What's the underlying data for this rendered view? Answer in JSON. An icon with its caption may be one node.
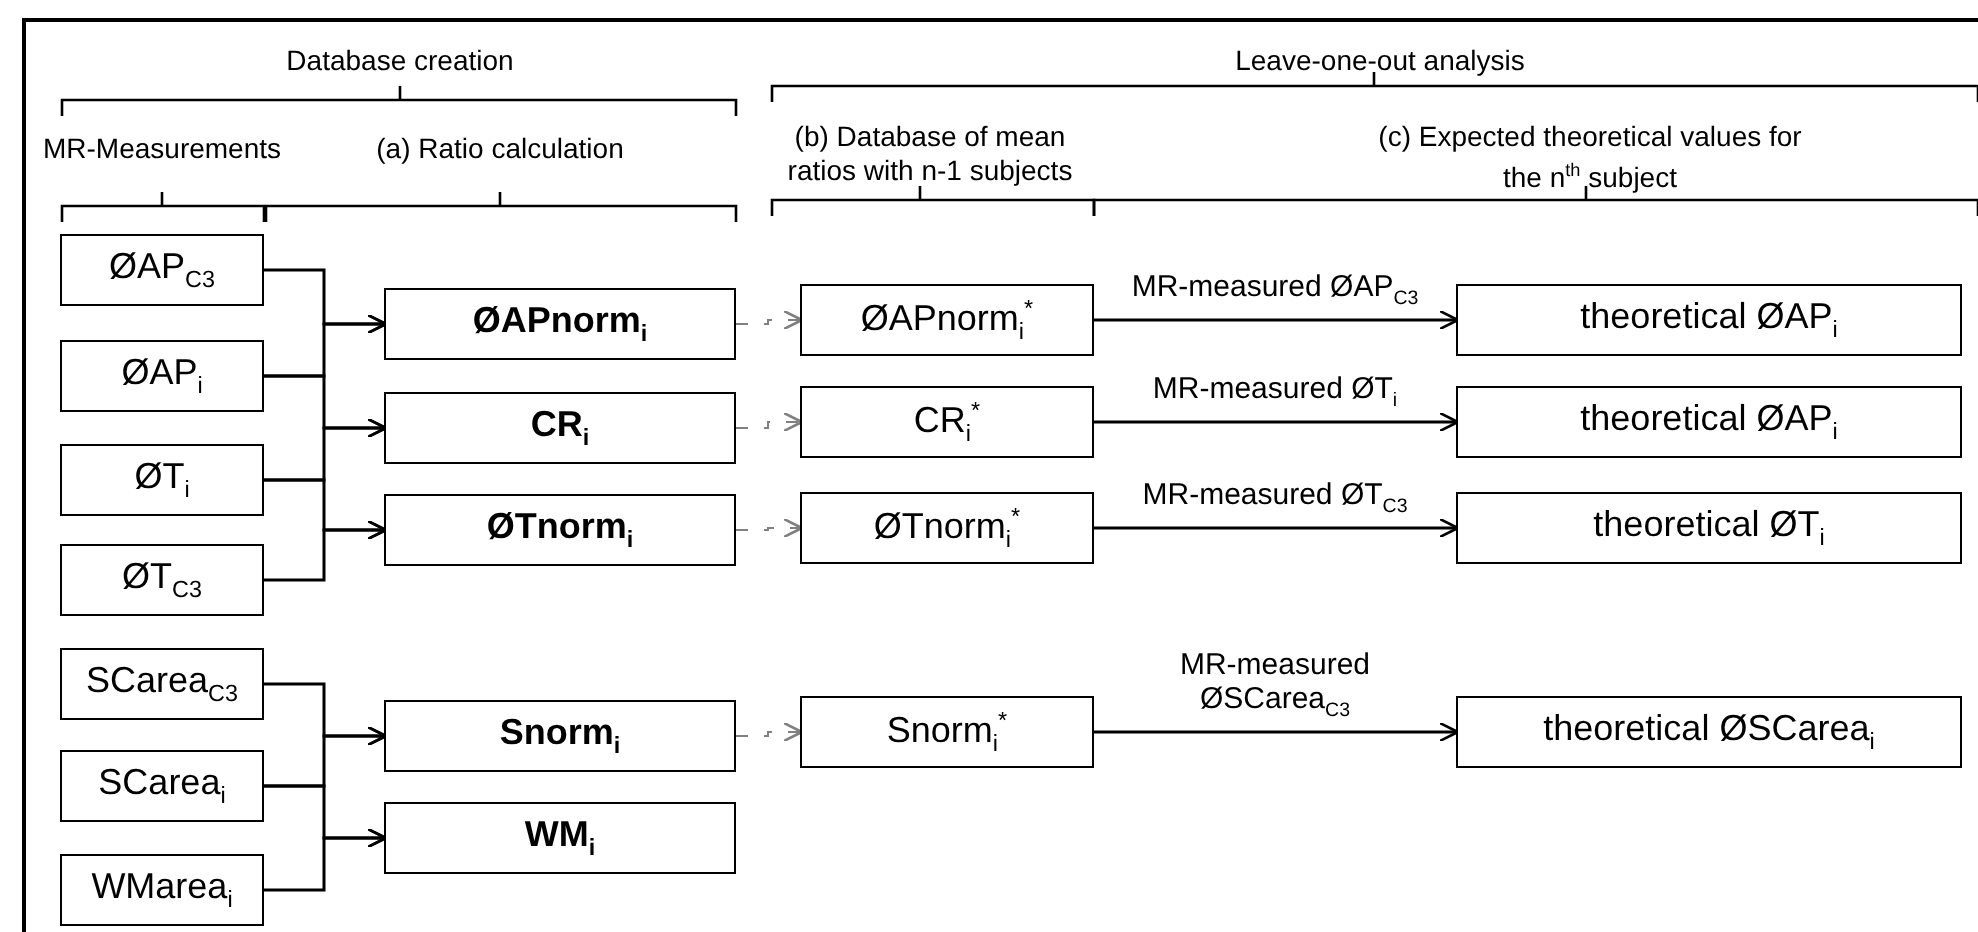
{
  "diagram": {
    "nodes": [
      {
        "text": [
          "ØAP$_{C3}$"
        ]
      },
      {
        "text": [
          "ØAP$_{i}$"
        ]
      },
      {
        "text": [
          "ØT$_{i}$"
        ]
      },
      {
        "text": [
          "ØT$_{C3}$"
        ]
      },
      {
        "text": [
          "SCarea$_{C3}$"
        ]
      },
      {
        "text": [
          "SCarea$_{i}$"
        ]
      },
      {
        "text": [
          "WMarea$_{i}$"
        ]
      },
      {
        "text": [
          "ØAPnorm$_{i}$"
        ]
      },
      {
        "text": [
          "CR$_{i}$"
        ]
      },
      {
        "text": [
          "ØTnorm$_{i}$"
        ]
      },
      {
        "text": [
          "Snorm$_{i}$"
        ]
      },
      {
        "text": [
          "WM$_{i}$"
        ]
      },
      {
        "text": [
          "ØAPnorm$_{i}$$^{*}$"
        ]
      },
      {
        "text": [
          "CR$_{i}$$^{*}$"
        ]
      },
      {
        "text": [
          "ØTnorm$_{i}$$^{*}$"
        ]
      },
      {
        "text": [
          "Snorm$_{i}$$^{*}$"
        ]
      },
      {
        "text": [
          "theoretical ØAP$_{i}$"
        ]
      },
      {
        "text": [
          "theoretical ØAP$_{i}$"
        ]
      },
      {
        "text": [
          "theoretical ØT$_{i}$"
        ]
      },
      {
        "text": [
          "theoretical ØSCarea$_{i}$"
        ]
      }
    ],
    "edges": [
      {
        "from": 0,
        "to": 7,
        "arrow": "to"
      },
      {
        "from": 1,
        "to": 7,
        "arrow": "to"
      },
      {
        "from": 1,
        "to": 8,
        "arrow": "to"
      },
      {
        "from": 2,
        "to": 8,
        "arrow": "to"
      },
      {
        "from": 2,
        "to": 9,
        "arrow": "to"
      },
      {
        "from": 3,
        "to": 9,
        "arrow": "to"
      },
      {
        "from": 4,
        "to": 10,
        "arrow": "to"
      },
      {
        "from": 5,
        "to": 10,
        "arrow": "to"
      },
      {
        "from": 5,
        "to": 11,
        "arrow": "to"
      },
      {
        "from": 6,
        "to": 11,
        "arrow": "to"
      },
      {
        "from": 7,
        "to": 12,
        "arrow": "to",
        "style": "dashed",
        "color": "#808080"
      },
      {
        "from": 8,
        "to": 13,
        "arrow": "to",
        "style": "dashed",
        "color": "#808080"
      },
      {
        "from": 9,
        "to": 14,
        "arrow": "to",
        "style": "dashed",
        "color": "#808080"
      },
      {
        "from": 10,
        "to": 15,
        "arrow": "to",
        "style": "dashed",
        "color": "#808080"
      },
      {
        "from": 12,
        "to": 16,
        "arrow": "to",
        "label": "MR-measured ØAP$_{C3}$"
      },
      {
        "from": 13,
        "to": 17,
        "arrow": "to",
        "label": "MR-measured ØT$_{i}$"
      },
      {
        "from": 14,
        "to": 18,
        "arrow": "to",
        "label": "MR-measured ØT$_{C3}$"
      },
      {
        "from": 15,
        "to": 19,
        "arrow": "to",
        "label": "MR-measured ØSCarea$_{C3}$"
      }
    ],
    "labels": [
      "Database creation",
      "Leave-one-out analysis",
      "MR-Measurements",
      "(a) Ratio calculation",
      "(b) Database of mean ratios with n-1 subjects",
      "(c) Expected theoretical values for the n$^{th}$ subject"
    ]
  }
}
